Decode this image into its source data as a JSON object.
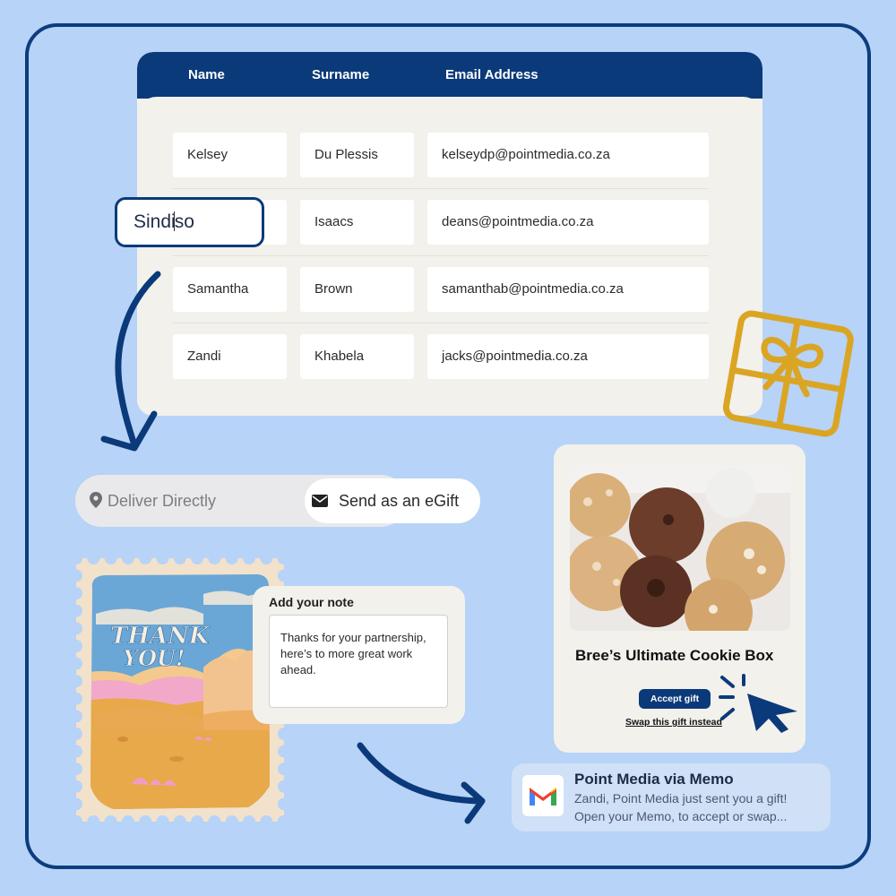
{
  "table": {
    "headers": [
      "Name",
      "Surname",
      "Email Address"
    ],
    "rows": [
      {
        "name": "Kelsey",
        "surname": "Du Plessis",
        "email": "kelseydp@pointmedia.co.za"
      },
      {
        "name": "Sindiso",
        "surname": "Isaacs",
        "email": "deans@pointmedia.co.za"
      },
      {
        "name": "Samantha",
        "surname": "Brown",
        "email": "samanthab@pointmedia.co.za"
      },
      {
        "name": "Zandi",
        "surname": "Khabela",
        "email": "jacks@pointmedia.co.za"
      }
    ],
    "active_input": {
      "before_caret": "Sindi",
      "after_caret": "so"
    }
  },
  "delivery": {
    "option_direct": "Deliver Directly",
    "option_egift": "Send as an eGift",
    "selected": "Send as an eGift",
    "icons": {
      "direct": "location-pin-icon",
      "egift": "envelope-icon"
    }
  },
  "stamp": {
    "text_line1": "THANK",
    "text_line2": "YOU!"
  },
  "note": {
    "title": "Add your note",
    "message_lines": [
      "Thanks for your partnership,",
      "here’s to more great work",
      "ahead."
    ]
  },
  "product": {
    "title": "Bree’s Ultimate Cookie Box",
    "accept_label": "Accept gift",
    "swap_label": "Swap this gift instead"
  },
  "notification": {
    "sender": "Point Media via Memo",
    "line1": "Zandi, Point Media just sent you a gift!",
    "line2": "Open your Memo,  to accept or swap...",
    "icon": "gmail-icon"
  },
  "colors": {
    "background": "#b7d3f7",
    "navy": "#0b3a7a",
    "card": "#f3f1ec",
    "gift_icon": "#dba524"
  }
}
